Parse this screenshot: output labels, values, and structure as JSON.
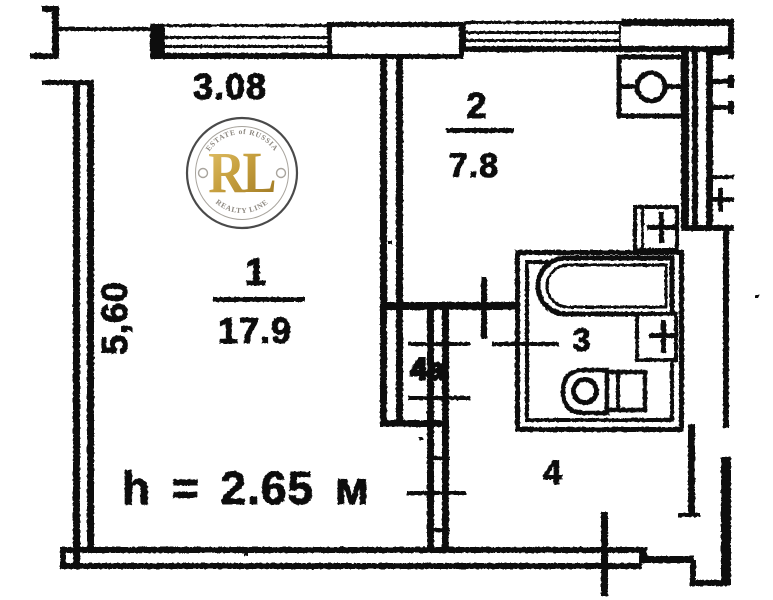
{
  "document": {
    "type": "apartment floor plan (scanned BTI drawing)",
    "background": "#ffffff",
    "ink": "#0b0b0b"
  },
  "rooms": {
    "room1": {
      "number": "1",
      "area": "17.9"
    },
    "room2": {
      "number": "2",
      "area": "7.8"
    },
    "room3": {
      "number": "3"
    },
    "room4": {
      "number": "4"
    },
    "closet": {
      "number": "4a"
    }
  },
  "dimensions": {
    "top_width": "3.08",
    "left_height": "5,60",
    "ceiling_height": "h = 2.65 м"
  },
  "fixtures": [
    "bathtub",
    "toilet",
    "washbasin",
    "kitchen-sink",
    "stove"
  ],
  "watermark": {
    "top_text": "ESTATE of RUSSIA",
    "monogram": "RL",
    "bottom_text": "REALTY LINE",
    "gold_light": "#ddbb62",
    "gold_dark": "#a27c26",
    "ring_color": "#4a4a4a",
    "inner_ring_color": "#a8a49d",
    "arc_text_color": "#8d8880"
  }
}
